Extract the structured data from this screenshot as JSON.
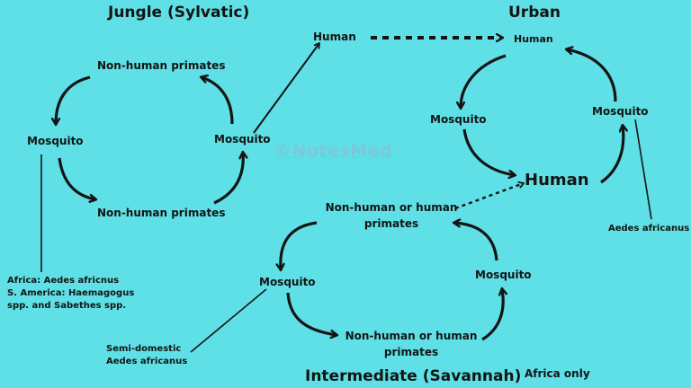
{
  "titles": {
    "jungle": "Jungle (Sylvatic)",
    "urban": "Urban",
    "intermediate": "Intermediate (Savannah)",
    "africa_only": "Africa only"
  },
  "watermark": "©NotesMed",
  "jungle": {
    "top": "Non-human primates",
    "left": "Mosquito",
    "right": "Mosquito",
    "bottom": "Non-human primates",
    "note_lines": [
      "Africa: Aedes africnus",
      "S. America: Haemagogus",
      "spp. and Sabethes spp."
    ]
  },
  "urban": {
    "human_source": "Human",
    "top": "Human",
    "left": "Mosquito",
    "right": "Mosquito",
    "center": "Human",
    "note": "Aedes africanus"
  },
  "intermediate": {
    "top_lines": [
      "Non-human or human",
      "primates"
    ],
    "left": "Mosquito",
    "right": "Mosquito",
    "bottom_lines": [
      "Non-human or human",
      "primates"
    ],
    "note_lines": [
      "Semi-domestic",
      "Aedes africanus"
    ]
  },
  "colors": {
    "background": "#5ee0e6",
    "ink": "#141414",
    "watermark": "#7cc8d8"
  }
}
